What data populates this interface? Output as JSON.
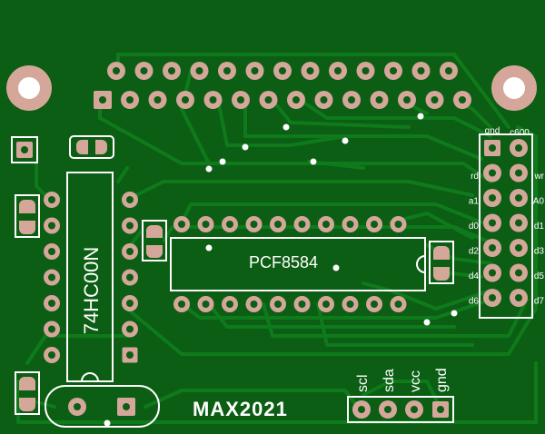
{
  "colors": {
    "board": "#0b5e13",
    "trace": "#0f7a1b",
    "pad": "#d4a79a",
    "silkscreen": "#ffffff"
  },
  "board_title": "MAX2021",
  "chips": {
    "u1": "74HC00N",
    "u2": "PCF8584"
  },
  "header_labels": {
    "top_left": "gnd",
    "top_right": "c600",
    "left": [
      "rd",
      "a1",
      "d0",
      "d2",
      "d4",
      "d6"
    ],
    "right": [
      "wr",
      "A0",
      "d1",
      "d3",
      "d5",
      "d7"
    ]
  },
  "i2c_labels": [
    "scl",
    "sda",
    "vcc",
    "gnd"
  ]
}
